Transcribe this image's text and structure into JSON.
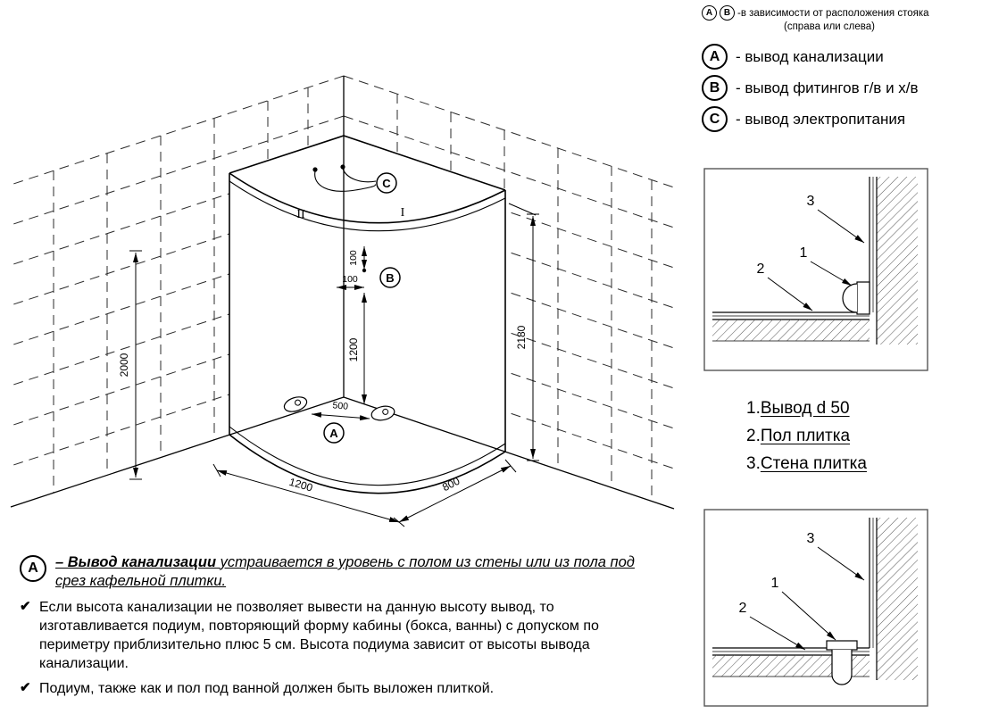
{
  "header_note": {
    "letter_a": "A",
    "letter_b": "B",
    "text": "-в зависимости от расположения стояка",
    "text2": "(справа или слева)"
  },
  "legend": {
    "items": [
      {
        "letter": "A",
        "text": "- вывод канализации"
      },
      {
        "letter": "B",
        "text": "- вывод фитингов г/в и х/в"
      },
      {
        "letter": "C",
        "text": "- вывод электропитания"
      }
    ]
  },
  "drawing": {
    "marker_a": "A",
    "marker_b": "B",
    "marker_c": "C",
    "roman_i": "I",
    "roman_ii": "II",
    "dim_left_height": "2000",
    "dim_right_height": "2180",
    "dim_front_left": "1200",
    "dim_front_right": "800",
    "dim_inner_height": "1200",
    "dim_offset_h": "100",
    "dim_offset_v": "100",
    "dim_center": "500"
  },
  "details_legend": {
    "items": [
      {
        "num": "1.",
        "label": "Вывод d 50"
      },
      {
        "num": "2.",
        "label": "Пол плитка"
      },
      {
        "num": "3.",
        "label": "Стена плитка"
      }
    ]
  },
  "detail1": {
    "callout_1": "1",
    "callout_2": "2",
    "callout_3": "3"
  },
  "detail2": {
    "callout_1": "1",
    "callout_2": "2",
    "callout_3": "3"
  },
  "notes": {
    "letter": "A",
    "title": "– Вывод канализации",
    "body": "устраивается в уровень с полом из стены или из пола под срез кафельной плитки.",
    "check": "✔",
    "bullet1": "Если высота канализации не позволяет вывести на данную высоту вывод, то изготавливается подиум, повторяющий форму кабины (бокса, ванны) с допуском по периметру приблизительно плюс 5 см. Высота подиума зависит от высоты вывода канализации.",
    "bullet2": "Подиум, также как и пол под ванной должен быть выложен плиткой."
  }
}
